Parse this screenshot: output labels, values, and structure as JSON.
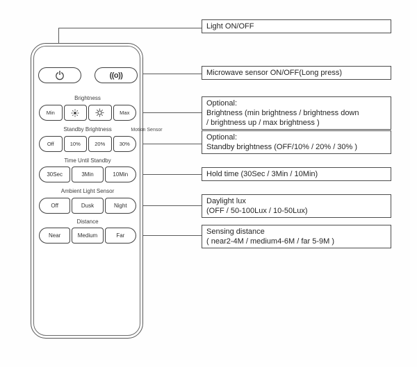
{
  "remote": {
    "power_button": {
      "icon": "power-icon"
    },
    "motion_button": {
      "icon_text": "((o))",
      "label": "Motion Sensor"
    },
    "sections": [
      {
        "label": "Brightness",
        "buttons": [
          {
            "text": "Min"
          },
          {
            "icon": "brightness-down-icon"
          },
          {
            "icon": "brightness-up-icon"
          },
          {
            "text": "Max"
          }
        ]
      },
      {
        "label": "Standby Brightness",
        "buttons": [
          {
            "text": "Off"
          },
          {
            "text": "10%"
          },
          {
            "text": "20%"
          },
          {
            "text": "30%"
          }
        ]
      },
      {
        "label": "Time Until Standby",
        "buttons": [
          {
            "text": "30Sec"
          },
          {
            "text": "3Min"
          },
          {
            "text": "10Min"
          }
        ]
      },
      {
        "label": "Ambient Light Sensor",
        "buttons": [
          {
            "text": "Off"
          },
          {
            "text": "Dusk"
          },
          {
            "text": "Night"
          }
        ]
      },
      {
        "label": "Distance",
        "buttons": [
          {
            "text": "Near"
          },
          {
            "text": "Medium"
          },
          {
            "text": "Far"
          }
        ]
      }
    ]
  },
  "callouts": [
    {
      "lines": [
        "Light ON/OFF"
      ]
    },
    {
      "lines": [
        "Microwave sensor ON/OFF(Long press)"
      ]
    },
    {
      "lines": [
        "Optional:",
        "Brightness (min brightness / brightness down",
        "/ brightness up / max brightness )"
      ]
    },
    {
      "lines": [
        "Optional:",
        "Standby brightness (OFF/10% / 20% / 30% )"
      ]
    },
    {
      "lines": [
        "Hold time (30Sec / 3Min / 10Min)"
      ]
    },
    {
      "lines": [
        "Daylight lux",
        "(OFF / 50-100Lux / 10-50Lux)"
      ]
    },
    {
      "lines": [
        "Sensing distance",
        "( near2-4M / medium4-6M / far 5-9M )"
      ]
    }
  ],
  "colors": {
    "line": "#565656",
    "button_border": "#3f3f3f",
    "text": "#242424",
    "background": "#fefefe"
  }
}
